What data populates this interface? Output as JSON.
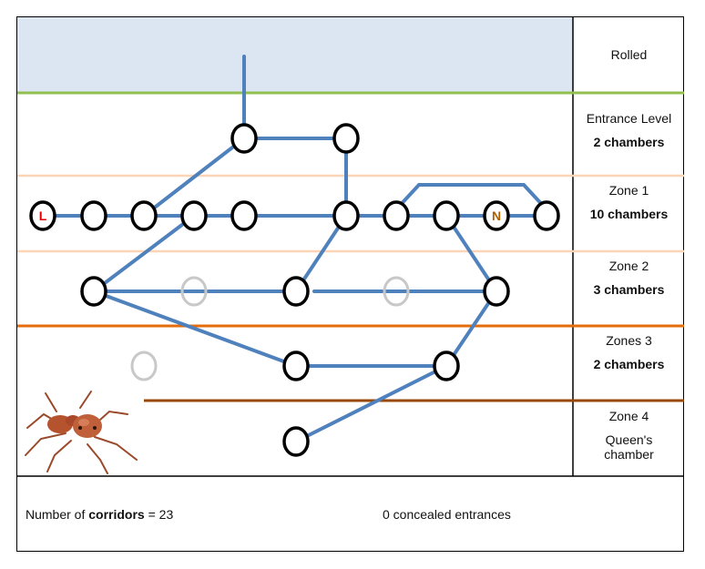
{
  "zones": [
    {
      "id": "rolled",
      "title": "Rolled",
      "subtitle": ""
    },
    {
      "id": "entrance",
      "title": "Entrance Level",
      "subtitle": "2 chambers"
    },
    {
      "id": "zone1",
      "title": "Zone 1",
      "subtitle": "10 chambers"
    },
    {
      "id": "zone2",
      "title": "Zone 2",
      "subtitle": "3 chambers"
    },
    {
      "id": "zone3",
      "title": "Zones 3",
      "subtitle": "2 chambers"
    },
    {
      "id": "zone4",
      "title": "Zone 4",
      "subtitle": "Queen's chamber"
    }
  ],
  "footer": {
    "corridors_prefix": "Number of ",
    "corridors_bold": "corridors",
    "corridors_suffix": " = 23",
    "entrances": "0 concealed entrances"
  },
  "node_glyph": "O",
  "marker_L": "L",
  "marker_N": "N",
  "colors": {
    "rolled_bg": "#dce6f2",
    "edge": "#4f81bd",
    "line_green": "#92c050",
    "line_peach": "#fbd5b5",
    "line_orange": "#e46c0a",
    "line_brown": "#984807",
    "ghost_node": "#c8c8c8",
    "marker_L": "#e00000",
    "marker_N": "#b06000"
  },
  "image": {
    "subject": "ant-photo"
  }
}
